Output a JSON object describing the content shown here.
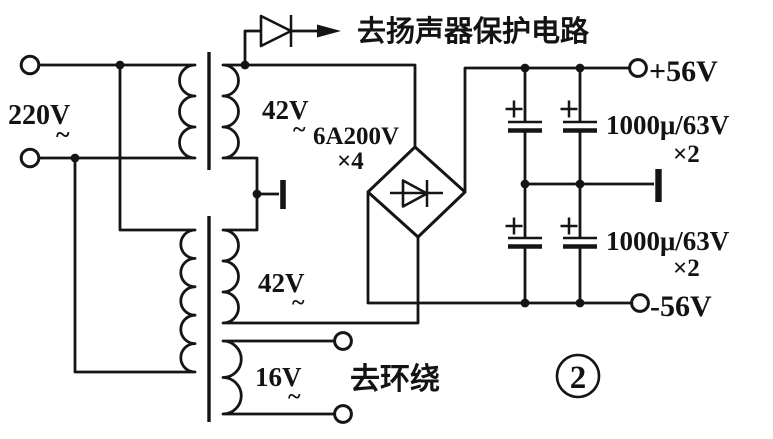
{
  "diagram": {
    "title_note": "去扬声器保护电路",
    "labels": {
      "mains_voltage": "220V",
      "ac_mark": "~",
      "winding_top_voltage": "42V",
      "winding_bottom_voltage": "42V",
      "winding_aux_voltage": "16V",
      "bridge_rating": "6A200V",
      "bridge_qty": "×4",
      "speaker_protection": "去扬声器保护电路",
      "surround": "去环绕",
      "cap_rating_top": "1000μ/63V",
      "cap_qty_top": "×2",
      "cap_rating_bottom": "1000μ/63V",
      "cap_qty_bottom": "×2",
      "rail_positive": "+56V",
      "rail_negative": "-56V",
      "figure_number": "2"
    },
    "colors": {
      "ink": "#151515",
      "background": "#ffffff"
    }
  }
}
